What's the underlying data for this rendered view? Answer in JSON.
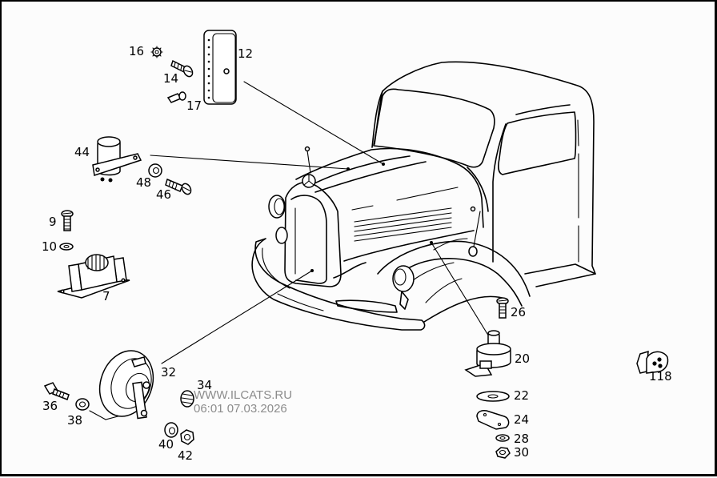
{
  "diagram": {
    "type": "exploded parts diagram",
    "subject": "truck front body with horn, relay and electrical parts",
    "colors": {
      "line": "#000000",
      "background": "#fcfcfc",
      "watermark": "#808080"
    }
  },
  "parts": [
    {
      "number": "7",
      "name": "horn relay / regulator base"
    },
    {
      "number": "9",
      "name": "screw"
    },
    {
      "number": "10",
      "name": "lock washer"
    },
    {
      "number": "12",
      "name": "fuse box cover"
    },
    {
      "number": "14",
      "name": "screw"
    },
    {
      "number": "16",
      "name": "toothed washer"
    },
    {
      "number": "17",
      "name": "screw"
    },
    {
      "number": "20",
      "name": "switch unit"
    },
    {
      "number": "22",
      "name": "washer"
    },
    {
      "number": "24",
      "name": "plate"
    },
    {
      "number": "26",
      "name": "screw"
    },
    {
      "number": "28",
      "name": "spring washer"
    },
    {
      "number": "30",
      "name": "nut"
    },
    {
      "number": "32",
      "name": "horn"
    },
    {
      "number": "34",
      "name": "threaded sleeve"
    },
    {
      "number": "36",
      "name": "bolt"
    },
    {
      "number": "38",
      "name": "washer"
    },
    {
      "number": "40",
      "name": "spring washer"
    },
    {
      "number": "42",
      "name": "nut"
    },
    {
      "number": "44",
      "name": "relay with bracket"
    },
    {
      "number": "46",
      "name": "screw"
    },
    {
      "number": "48",
      "name": "washer"
    },
    {
      "number": "118",
      "name": "grommet"
    }
  ],
  "labels": {
    "p7": "7",
    "p9": "9",
    "p10": "10",
    "p12": "12",
    "p14": "14",
    "p16": "16",
    "p17": "17",
    "p20": "20",
    "p22": "22",
    "p24": "24",
    "p26": "26",
    "p28": "28",
    "p30": "30",
    "p32": "32",
    "p34": "34",
    "p36": "36",
    "p38": "38",
    "p40": "40",
    "p42": "42",
    "p44": "44",
    "p46": "46",
    "p48": "48",
    "p118": "118"
  },
  "watermark": {
    "site": "WWW.ILCATS.RU",
    "datetime": "06:01 07.03.2026"
  }
}
